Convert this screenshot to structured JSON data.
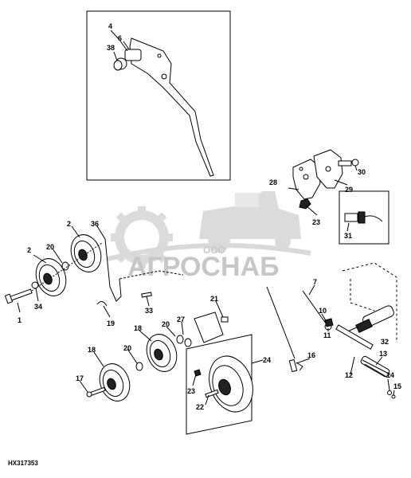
{
  "diagram": {
    "code": "HX317353",
    "watermark": {
      "company_top": "ООО",
      "company_name": "АГРОСНАБ"
    },
    "callouts": [
      {
        "id": "c1",
        "label": "1"
      },
      {
        "id": "c2a",
        "label": "2"
      },
      {
        "id": "c2b",
        "label": "2"
      },
      {
        "id": "c4",
        "label": "4"
      },
      {
        "id": "c6",
        "label": "6"
      },
      {
        "id": "c7",
        "label": "7"
      },
      {
        "id": "c10",
        "label": "10"
      },
      {
        "id": "c11",
        "label": "11"
      },
      {
        "id": "c12",
        "label": "12"
      },
      {
        "id": "c13",
        "label": "13"
      },
      {
        "id": "c14",
        "label": "14"
      },
      {
        "id": "c15",
        "label": "15"
      },
      {
        "id": "c16",
        "label": "16"
      },
      {
        "id": "c17",
        "label": "17"
      },
      {
        "id": "c18a",
        "label": "18"
      },
      {
        "id": "c18b",
        "label": "18"
      },
      {
        "id": "c19",
        "label": "19"
      },
      {
        "id": "c20a",
        "label": "20"
      },
      {
        "id": "c20b",
        "label": "20"
      },
      {
        "id": "c20c",
        "label": "20"
      },
      {
        "id": "c21",
        "label": "21"
      },
      {
        "id": "c22",
        "label": "22"
      },
      {
        "id": "c23a",
        "label": "23"
      },
      {
        "id": "c23b",
        "label": "23"
      },
      {
        "id": "c24",
        "label": "24"
      },
      {
        "id": "c27",
        "label": "27"
      },
      {
        "id": "c28",
        "label": "28"
      },
      {
        "id": "c29",
        "label": "29"
      },
      {
        "id": "c30",
        "label": "30"
      },
      {
        "id": "c31",
        "label": "31"
      },
      {
        "id": "c32",
        "label": "32"
      },
      {
        "id": "c33",
        "label": "33"
      },
      {
        "id": "c34",
        "label": "34"
      },
      {
        "id": "c36",
        "label": "36"
      },
      {
        "id": "c38",
        "label": "38"
      }
    ]
  }
}
